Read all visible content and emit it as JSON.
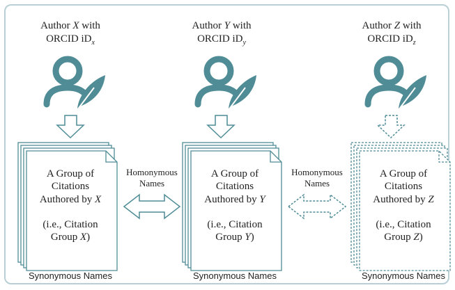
{
  "colors": {
    "teal": "#4f8c96",
    "border": "#b9cfd6",
    "text": "#222222"
  },
  "authors": [
    {
      "label_prefix": "Author ",
      "var": "X",
      "label_suffix": " with",
      "orcid_prefix": "ORCID iD",
      "orcid_sub": "x",
      "icon": "author-quill-icon",
      "group_lines": [
        "A Group of",
        "Citations",
        "Authored by "
      ],
      "group_var": "X",
      "ie_line1": "(i.e., Citation",
      "ie_line2_prefix": "Group ",
      "ie_var": "X",
      "ie_suffix": ")",
      "synonymous": "Synonymous Names",
      "style": "solid"
    },
    {
      "label_prefix": "Author ",
      "var": "Y",
      "label_suffix": " with",
      "orcid_prefix": "ORCID iD",
      "orcid_sub": "y",
      "icon": "author-quill-icon",
      "group_lines": [
        "A Group of",
        "Citations",
        "Authored by "
      ],
      "group_var": "Y",
      "ie_line1": "(i.e., Citation",
      "ie_line2_prefix": "Group ",
      "ie_var": "Y",
      "ie_suffix": ")",
      "synonymous": "Synonymous Names",
      "style": "solid"
    },
    {
      "label_prefix": "Author ",
      "var": "Z",
      "label_suffix": " with",
      "orcid_prefix": "ORCID iD",
      "orcid_sub": "z",
      "icon": "author-quill-icon",
      "group_lines": [
        "A Group of",
        "Citations",
        "Authored by "
      ],
      "group_var": "Z",
      "ie_line1": "(i.e., Citation",
      "ie_line2_prefix": "Group ",
      "ie_var": "Z",
      "ie_suffix": ")",
      "synonymous": "Synonymous Names",
      "style": "dashed"
    }
  ],
  "links": [
    {
      "line1": "Homonymous",
      "line2": "Names",
      "style": "solid"
    },
    {
      "line1": "Homonymous",
      "line2": "Names",
      "style": "dashed"
    }
  ]
}
